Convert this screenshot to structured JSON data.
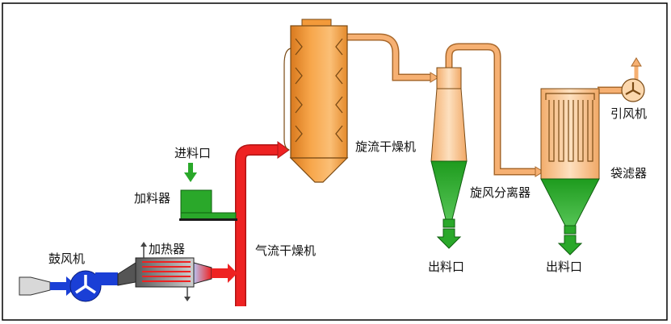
{
  "labels": {
    "cyclone_dryer": "旋流干燥机",
    "feed_inlet": "进料口",
    "feeder": "加料器",
    "blower": "鼓风机",
    "heater": "加热器",
    "airflow_dryer": "气流干燥机",
    "cyclone_separator": "旋风分离器",
    "outlet_1": "出料口",
    "induced_fan": "引风机",
    "bag_filter": "袋滤器",
    "outlet_2": "出料口"
  },
  "colors": {
    "frame": "#000000",
    "orange_body": "#f39a3a",
    "orange_light": "#fbc58a",
    "pipe_orange": "#f6b072",
    "red_pipe": "#ee2222",
    "green": "#2aa82a",
    "blue": "#1a3fd6",
    "filter_bg": "#f7c49a"
  }
}
